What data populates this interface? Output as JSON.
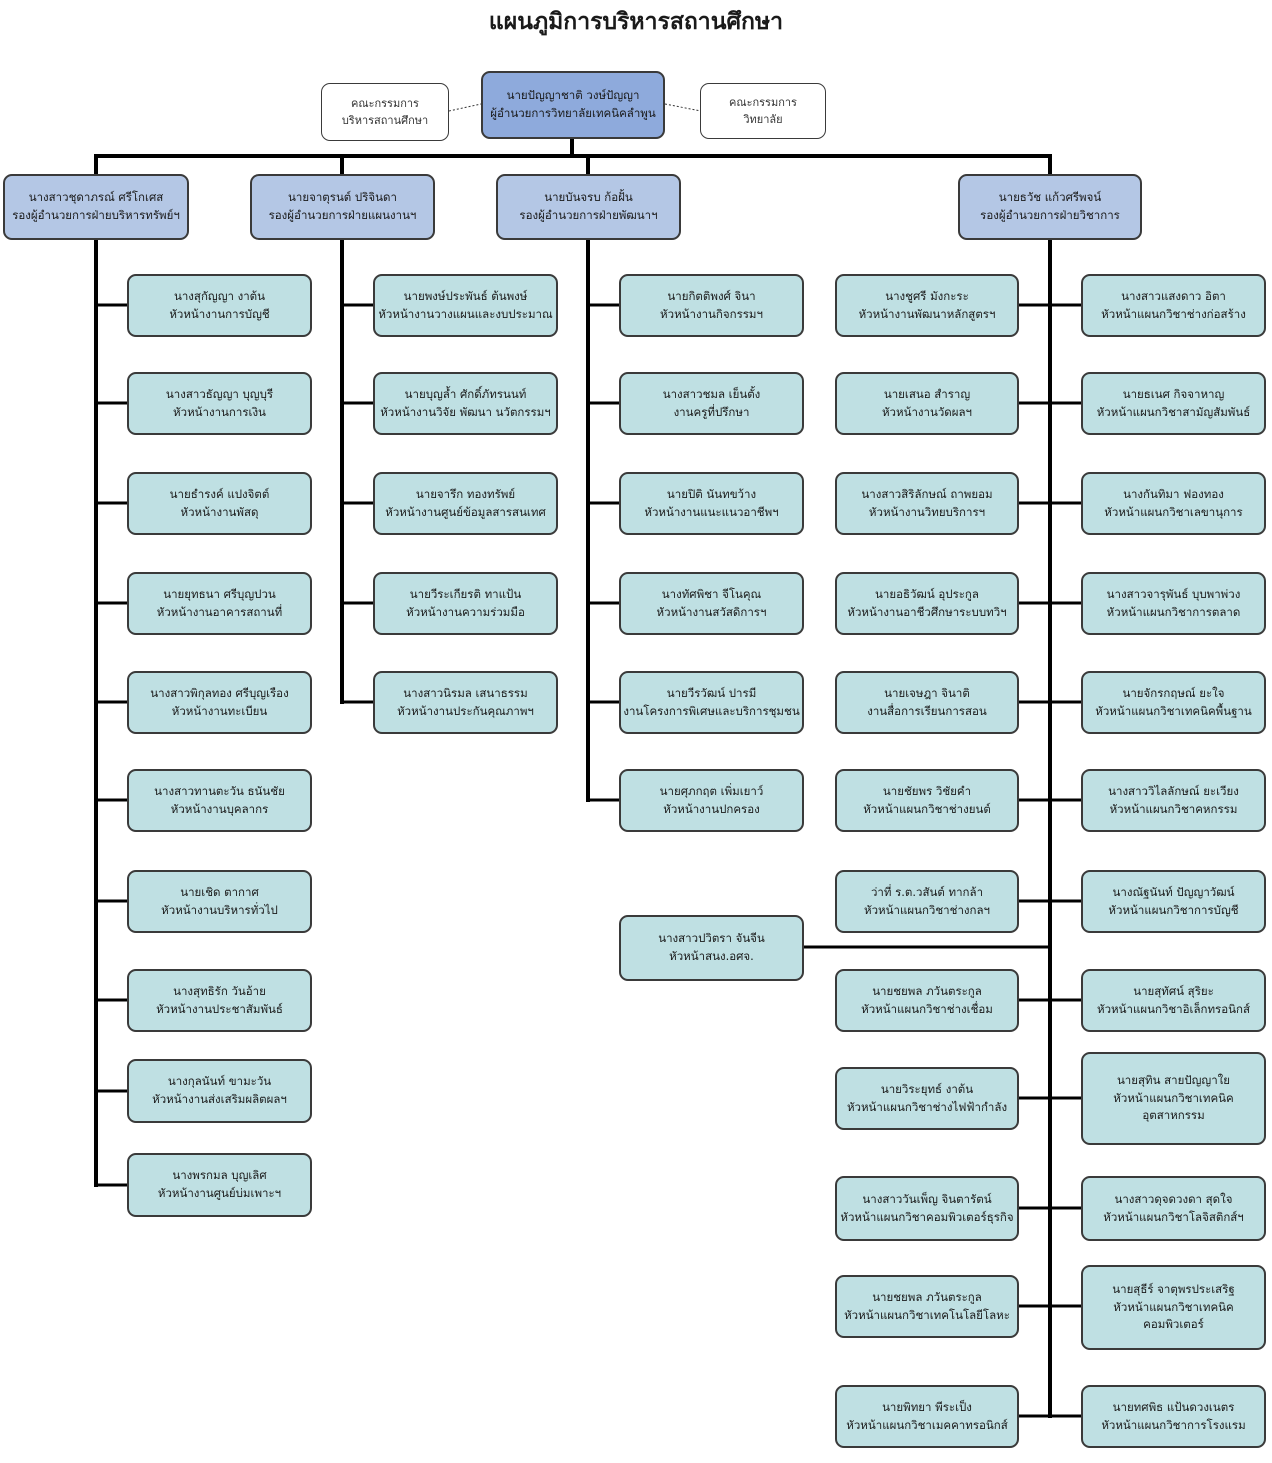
{
  "title": "แผนภูมิการบริหารสถานศึกษา",
  "top": {
    "name": "นายปัญญาชาติ วงษ์ปัญญา",
    "role": "ผู้อำนวยการวิทยาลัยเทคนิคลำพูน"
  },
  "committees": [
    {
      "line1": "คณะกรรมการ",
      "line2": "บริหารสถานศึกษา"
    },
    {
      "line1": "คณะกรรมการ",
      "line2": "วิทยาลัย"
    }
  ],
  "deputies": [
    {
      "name": "นางสาวชุดาภรณ์ ศรีโกเศส",
      "role": "รองผู้อำนวยการฝ่ายบริหารทรัพย์ฯ"
    },
    {
      "name": "นายจาตุรนต์ ปริจินดา",
      "role": "รองผู้อำนวยการฝ่ายแผนงานฯ"
    },
    {
      "name": "นายบันจรบ ก้อฝั้น",
      "role": "รองผู้อำนวยการฝ่ายพัฒนาฯ"
    },
    {
      "name": "นายธวัช แก้วศรีพจน์",
      "role": "รองผู้อำนวยการฝ่ายวิชาการ"
    }
  ],
  "col_resources": [
    {
      "name": "นางสุกัญญา งาต้น",
      "role": "หัวหน้างานการบัญชี"
    },
    {
      "name": "นางสาวธัญญา บุญบุรี",
      "role": "หัวหน้างานการเงิน"
    },
    {
      "name": "นายธำรงค์ แปงจิตต์",
      "role": "หัวหน้างานพัสดุ"
    },
    {
      "name": "นายยุทธนา ศรีบุญปวน",
      "role": "หัวหน้างานอาคารสถานที่"
    },
    {
      "name": "นางสาวพิกุลทอง ศรีบุญเรือง",
      "role": "หัวหน้างานทะเบียน"
    },
    {
      "name": "นางสาวทานตะวัน ธนันชัย",
      "role": "หัวหน้างานบุคลากร"
    },
    {
      "name": "นายเชิด ตากาศ",
      "role": "หัวหน้างานบริหารทั่วไป"
    },
    {
      "name": "นางสุทธิรัก วันอ้าย",
      "role": "หัวหน้างานประชาสัมพันธ์"
    },
    {
      "name": "นางกุลนันท์ ขามะวัน",
      "role": "หัวหน้างานส่งเสริมผลิตผลฯ"
    },
    {
      "name": "นางพรกมล บุญเลิศ",
      "role": "หัวหน้างานศูนย์บ่มเพาะฯ"
    }
  ],
  "col_planning": [
    {
      "name": "นายพงษ์ประพันธ์ ต้นพงษ์",
      "role": "หัวหน้างานวางแผนและงบประมาณ"
    },
    {
      "name": "นายบุญล้ำ ศักดิ์ภัทรนนท์",
      "role": "หัวหน้างานวิจัย พัฒนา นวัตกรรมฯ"
    },
    {
      "name": "นายจารึก ทองทรัพย์",
      "role": "หัวหน้างานศูนย์ข้อมูลสารสนเทศ"
    },
    {
      "name": "นายวีระเกียรติ ทาแป้น",
      "role": "หัวหน้างานความร่วมมือ"
    },
    {
      "name": "นางสาวนิรมล เสนาธรรม",
      "role": "หัวหน้างานประกันคุณภาพฯ"
    }
  ],
  "col_development": [
    {
      "name": "นายกิตติพงศ์ จินา",
      "role": "หัวหน้างานกิจกรรมฯ"
    },
    {
      "name": "นางสาวชมล เย็นตั้ง",
      "role": "งานครูที่ปรึกษา"
    },
    {
      "name": "นายปิติ นันทขว้าง",
      "role": "หัวหน้างานแนะแนวอาชีพฯ"
    },
    {
      "name": "นางทัศพิชา จีโนคุณ",
      "role": "หัวหน้างานสวัสดิการฯ"
    },
    {
      "name": "นายวีรวัฒน์ ปารมี",
      "role": "งานโครงการพิเศษและบริการชุมชน"
    },
    {
      "name": "นายศุภกฤต เพิ่มเยาว์",
      "role": "หัวหน้างานปกครอง"
    }
  ],
  "osn": {
    "name": "นางสาวปวิตรา จันจีน",
    "role": "หัวหน้าสนง.อศจ."
  },
  "col_academic_left": [
    {
      "name": "นางชูศรี มังกะระ",
      "role": "หัวหน้างานพัฒนาหลักสูตรฯ"
    },
    {
      "name": "นายเสนอ สำราญ",
      "role": "หัวหน้างานวัดผลฯ"
    },
    {
      "name": "นางสาวสิริลักษณ์ ถาพยอม",
      "role": "หัวหน้างานวิทยบริการฯ"
    },
    {
      "name": "นายอธิวัฒน์ อุประกูล",
      "role": "หัวหน้างานอาชีวศึกษาระบบทวิฯ"
    },
    {
      "name": "นายเจษฎา จินาติ",
      "role": "งานสื่อการเรียนการสอน"
    },
    {
      "name": "นายชัยพร วิชัยคำ",
      "role": "หัวหน้าแผนกวิชาช่างยนต์"
    },
    {
      "name": "ว่าที่ ร.ต.วสันต์ ทากล้า",
      "role": "หัวหน้าแผนกวิชาช่างกลฯ"
    },
    {
      "name": "นายชยพล ภวันตระกูล",
      "role": "หัวหน้าแผนกวิชาช่างเชื่อม"
    },
    {
      "name": "นายวิระยุทธ์ งาต้น",
      "role": "หัวหน้าแผนกวิชาช่างไฟฟ้ากำลัง"
    },
    {
      "name": "นางสาววันเพ็ญ จินตารัตน์",
      "role": "หัวหน้าแผนกวิชาคอมพิวเตอร์ธุรกิจ"
    },
    {
      "name": "นายชยพล ภวันตระกูล",
      "role": "หัวหน้าแผนกวิชาเทคโนโลยีโลหะ"
    },
    {
      "name": "นายพิทยา พีระเป็ง",
      "role": "หัวหน้าแผนกวิชาเมคคาทรอนิกส์"
    }
  ],
  "col_academic_right": [
    {
      "name": "นางสาวแสงดาว อิตา",
      "role": "หัวหน้าแผนกวิชาช่างก่อสร้าง"
    },
    {
      "name": "นายธเนศ กิจจาหาญ",
      "role": "หัวหน้าแผนกวิชาสามัญสัมพันธ์"
    },
    {
      "name": "นางกันทิมา ฟองทอง",
      "role": "หัวหน้าแผนกวิชาเลขานุการ"
    },
    {
      "name": "นางสาวจารุพันธ์ บุบพาพ่วง",
      "role": "หัวหน้าแผนกวิชาการตลาด"
    },
    {
      "name": "นายจักรกฤษณ์ ยะใจ",
      "role": "หัวหน้าแผนกวิชาเทคนิคพื้นฐาน"
    },
    {
      "name": "นางสาววิไลลักษณ์ ยะเวียง",
      "role": "หัวหน้าแผนกวิชาคหกรรม"
    },
    {
      "name": "นางณัฐนันท์ ปัญญาวัฒน์",
      "role": "หัวหน้าแผนกวิชาการบัญชี"
    },
    {
      "name": "นายสุทัศน์ สุริยะ",
      "role": "หัวหน้าแผนกวิชาอิเล็กทรอนิกส์"
    },
    {
      "name": "นายสุทิน สายปัญญาใย",
      "role": "หัวหน้าแผนกวิชาเทคนิค",
      "role2": "อุตสาหกรรม"
    },
    {
      "name": "นางสาวดุจดวงดา สุดใจ",
      "role": "หัวหน้าแผนกวิชาโลจิสติกส์ฯ"
    },
    {
      "name": "นายสุธีร์ จาตุพรประเสริฐ",
      "role": "หัวหน้าแผนกวิชาเทคนิค",
      "role2": "คอมพิวเตอร์"
    },
    {
      "name": "นายทศพิธ แป้นดวงเนตร",
      "role": "หัวหน้าแผนกวิชาการโรงแรม"
    }
  ]
}
